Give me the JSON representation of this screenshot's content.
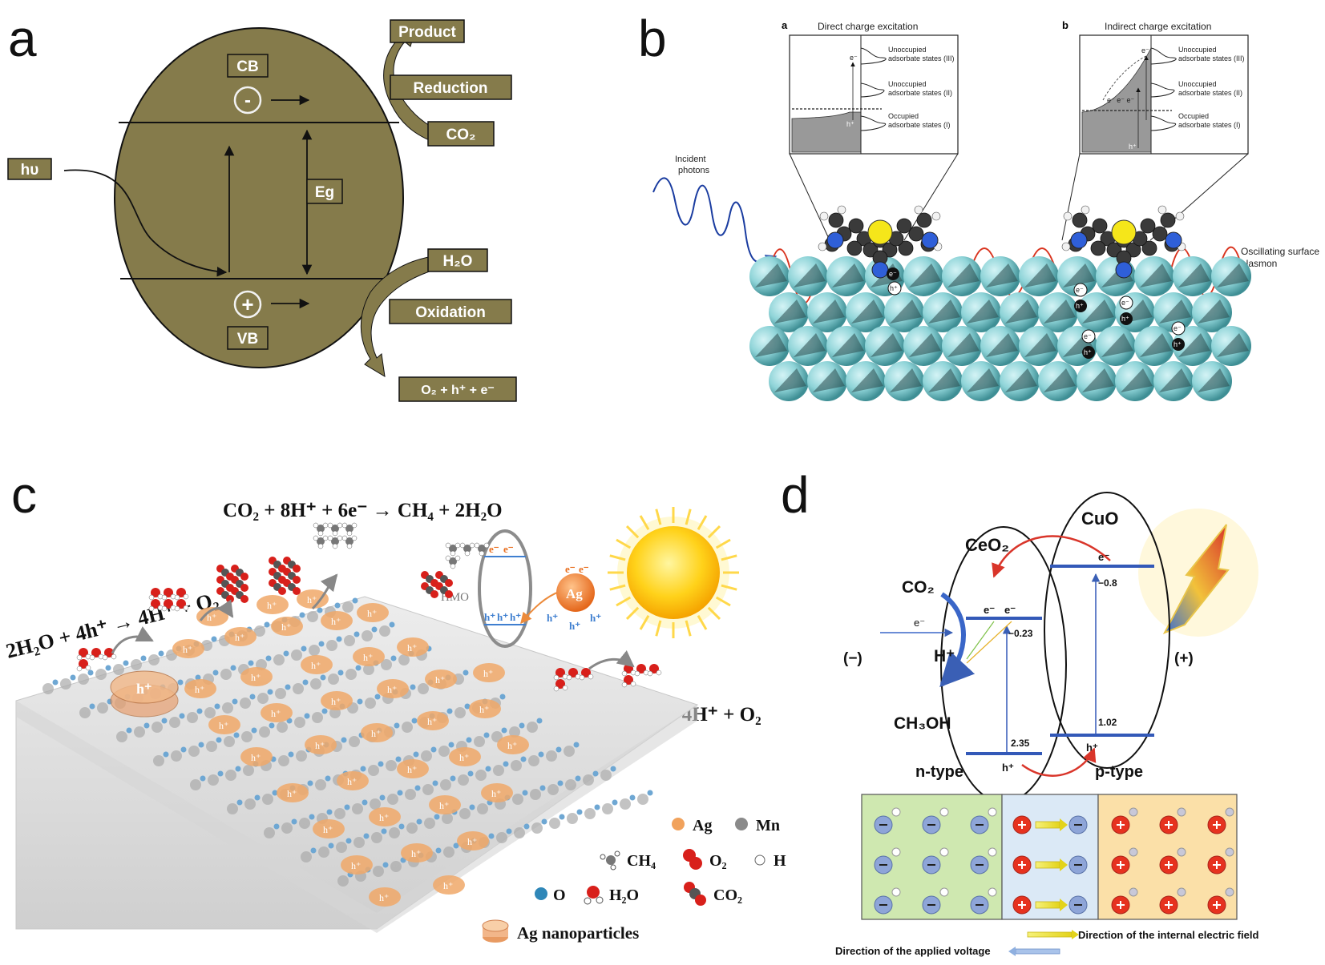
{
  "panels": {
    "a": {
      "letter": "a",
      "cb": "CB",
      "vb": "VB",
      "minus": "-",
      "plus": "+",
      "eg": "Eg",
      "hv": "hυ",
      "product": "Product",
      "reduction": "Reduction",
      "co2": "CO₂",
      "h2o": "H₂O",
      "oxidation": "Oxidation",
      "o2": "O₂ + h⁺ + e⁻",
      "olive_color": "#857b4b"
    },
    "b": {
      "letter": "b",
      "inset_a_letter": "a",
      "inset_a_title": "Direct charge excitation",
      "inset_b_letter": "b",
      "inset_b_title": "Indirect charge excitation",
      "unocc3_l1": "Unoccupied",
      "unocc3_l2": "adsorbate states (III)",
      "unocc2_l1": "Unoccupied",
      "unocc2_l2": "adsorbate states (II)",
      "occ1_l1": "Occupied",
      "occ1_l2": "adsorbate states (I)",
      "incident_l1": "Incident",
      "incident_l2": "photons",
      "plasmon_l1": "Oscillating surface",
      "plasmon_l2": "plasmon",
      "e": "e⁻",
      "h": "h⁺",
      "e_multi": "e⁻ e⁻ e⁻"
    },
    "c": {
      "letter": "c",
      "eq_top": "CO₂ + 8H⁺ + 6e⁻ → CH₄ + 2H₂O",
      "eq_left": "2H₂O + 4h⁺ → 4H⁺ + O₂",
      "eq_right": "2H₂O + 4h⁺ → 4H⁺ + O₂",
      "hmo": "HMO",
      "ag": "Ag",
      "h_plus": "h⁺",
      "e": "e⁻",
      "legend_ag": "Ag",
      "legend_mn": "Mn",
      "legend_ch4": "CH₄",
      "legend_o2": "O₂",
      "legend_h": "H",
      "legend_o": "O",
      "legend_h2o": "H₂O",
      "legend_co2": "CO₂",
      "legend_np": "Ag nanoparticles"
    },
    "d": {
      "letter": "d",
      "cuo": "CuO",
      "ceo2": "CeO₂",
      "co2": "CO₂",
      "e": "e⁻",
      "hplus": "H⁺",
      "ch3oh": "CH₃OH",
      "minus_sign": "(−)",
      "plus_sign": "(+)",
      "v1": "−0.8",
      "v2": "−0.23",
      "v3": "1.02",
      "v4": "2.35",
      "h": "h⁺",
      "ntype": "n-type",
      "ptype": "p-type",
      "internal_field": "Direction of the internal electric field",
      "applied_voltage": "Direction of the applied voltage"
    }
  }
}
